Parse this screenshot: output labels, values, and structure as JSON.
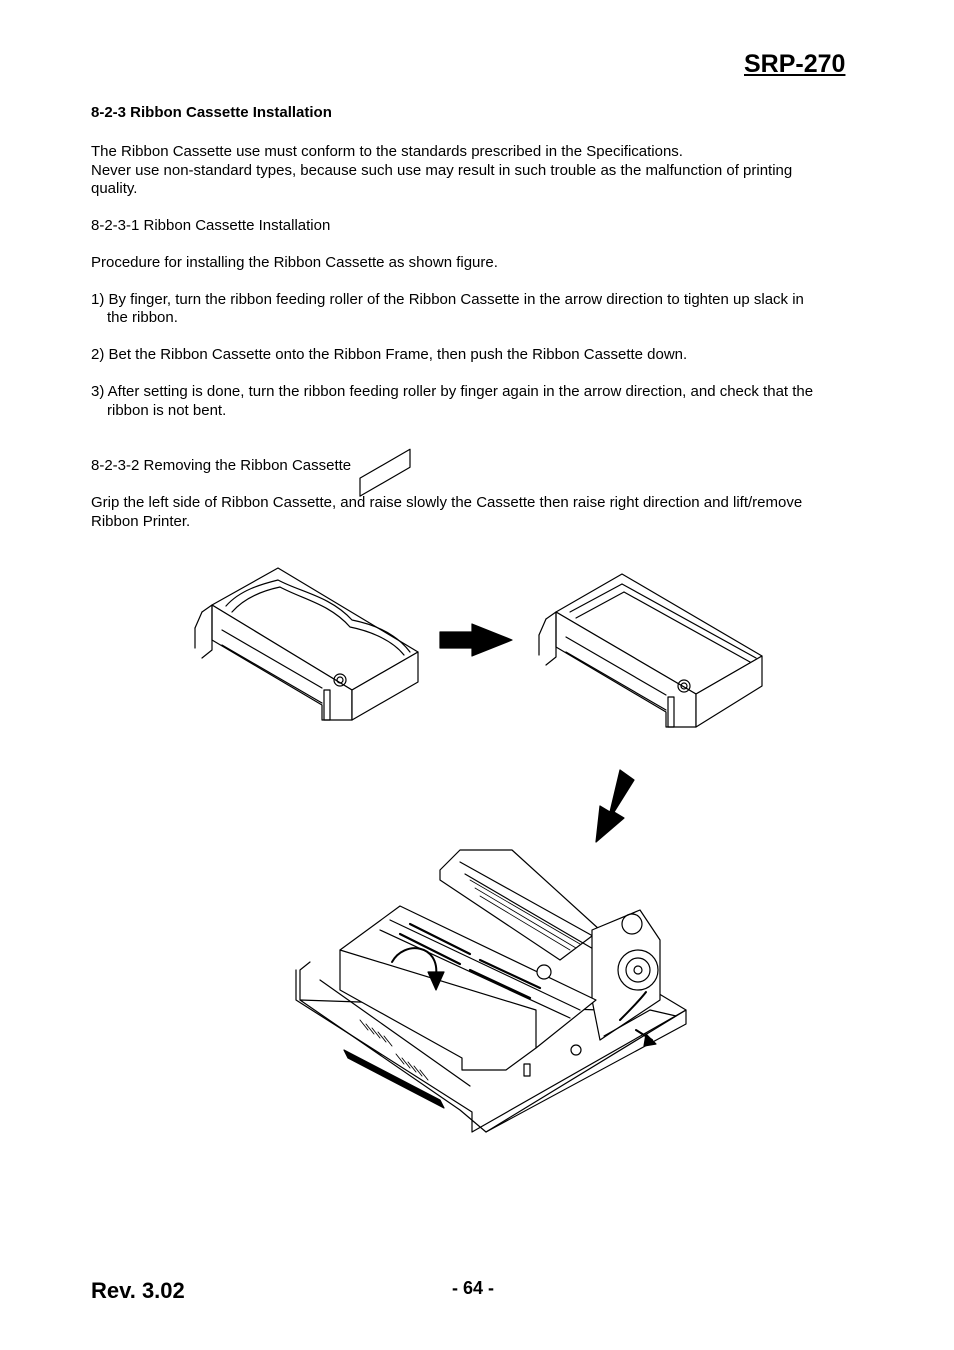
{
  "header": {
    "model": "SRP-270"
  },
  "section": {
    "heading": "8-2-3 Ribbon Cassette Installation",
    "intro_line1": "The Ribbon Cassette use must conform to the standards prescribed in the Specifications.",
    "intro_line2": "Never use non-standard types, because such use may result in such trouble as the malfunction of printing",
    "intro_line3": "quality."
  },
  "install": {
    "heading": "8-2-3-1 Ribbon Cassette Installation",
    "procedure": "Procedure for installing the Ribbon Cassette as shown figure.",
    "step1_line1": "1) By finger, turn the ribbon feeding roller of the Ribbon Cassette in the arrow direction to tighten up slack in",
    "step1_line2": "the ribbon.",
    "step2": "2) Bet the Ribbon Cassette onto the Ribbon Frame, then push the Ribbon Cassette down.",
    "step3_line1": "3) After setting is done, turn the ribbon feeding roller by finger again in the arrow direction, and check that the",
    "step3_line2": "ribbon is not bent."
  },
  "remove": {
    "heading": "8-2-3-2 Removing the Ribbon Cassette",
    "line1": "Grip the left side of Ribbon Cassette, and raise slowly the Cassette then raise right direction and lift/remove",
    "line2": "Ribbon Printer."
  },
  "footer": {
    "revision": "Rev. 3.02",
    "page_number": "- 64 -"
  }
}
